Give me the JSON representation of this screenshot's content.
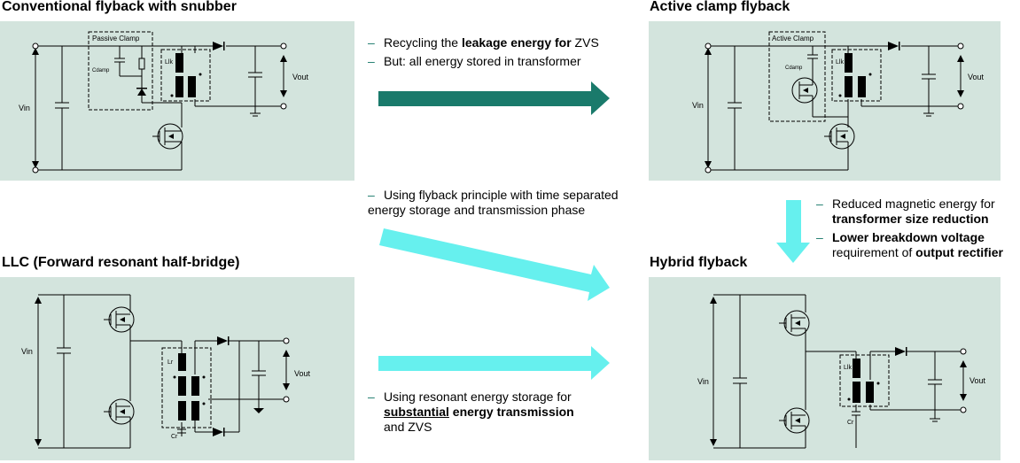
{
  "titles": {
    "conventional": "Conventional flyback with snubber",
    "active_clamp": "Active clamp flyback",
    "llc": "LLC (Forward resonant half-bridge)",
    "hybrid": "Hybrid flyback"
  },
  "circuit_labels": {
    "vin": "Vin",
    "vout": "Vout",
    "passive_clamp": "Passive Clamp",
    "active_clamp": "Active Clamp",
    "cdamp": "Cdamp",
    "llk": "Llk",
    "lr": "Lr",
    "cr": "Cr"
  },
  "notes": {
    "top": {
      "line1_a": "Recycling the ",
      "line1_b": "leakage energy for",
      "line1_c": " ZVS",
      "line2": "But: all energy stored in transformer"
    },
    "middle": {
      "line1": " Using flyback principle with time separated",
      "line2": "energy storage and transmission phase"
    },
    "right": {
      "line1": "Reduced magnetic energy for",
      "line2": "transformer size reduction",
      "line3": "Lower breakdown voltage",
      "line4_a": "requirement of ",
      "line4_b": "output rectifier"
    },
    "bottom": {
      "line1": "Using resonant energy storage for",
      "line2_a": "substantial",
      "line2_b": " energy transmission",
      "line3": "and ZVS"
    }
  },
  "colors": {
    "panel_bg": "#d3e4dd",
    "dark_arrow": "#1a7a6b",
    "light_arrow": "#66f0ee",
    "dash": "#1a7a6b"
  }
}
